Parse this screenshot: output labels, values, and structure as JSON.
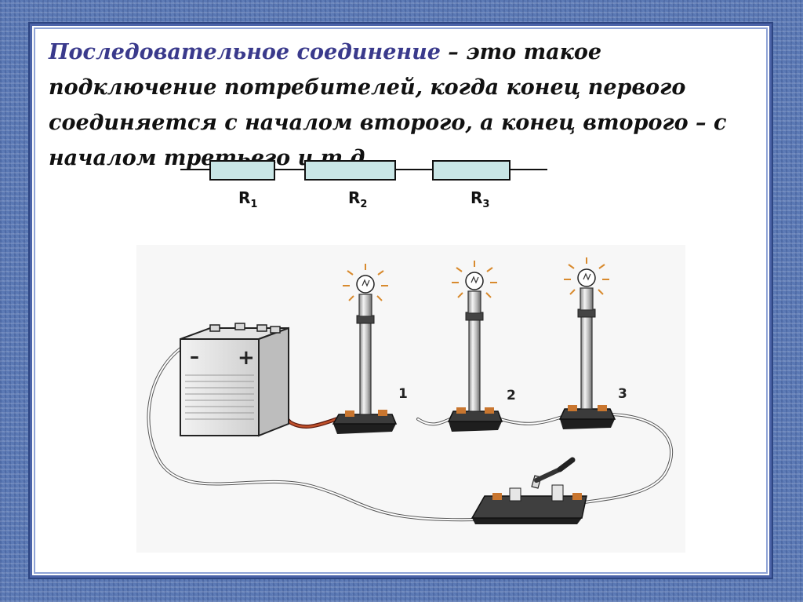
{
  "definition": {
    "term": "Последовательное соединение",
    "text": " – это такое подключение потребителей, когда конец первого соединяется с началом второго, а конец второго – с началом третьего и т.д."
  },
  "scheme": {
    "resistors": [
      {
        "label": "R",
        "sub": "1"
      },
      {
        "label": "R",
        "sub": "2"
      },
      {
        "label": "R",
        "sub": "3"
      }
    ]
  },
  "illustration": {
    "battery_minus": "–",
    "battery_plus": "+",
    "lamps": [
      {
        "number": "1"
      },
      {
        "number": "2"
      },
      {
        "number": "3"
      }
    ]
  },
  "colors": {
    "background": "#5a78b4",
    "frame_border": "#4b63a8",
    "term_color": "#3a3a8c",
    "resistor_fill": "#c9e6e6"
  }
}
